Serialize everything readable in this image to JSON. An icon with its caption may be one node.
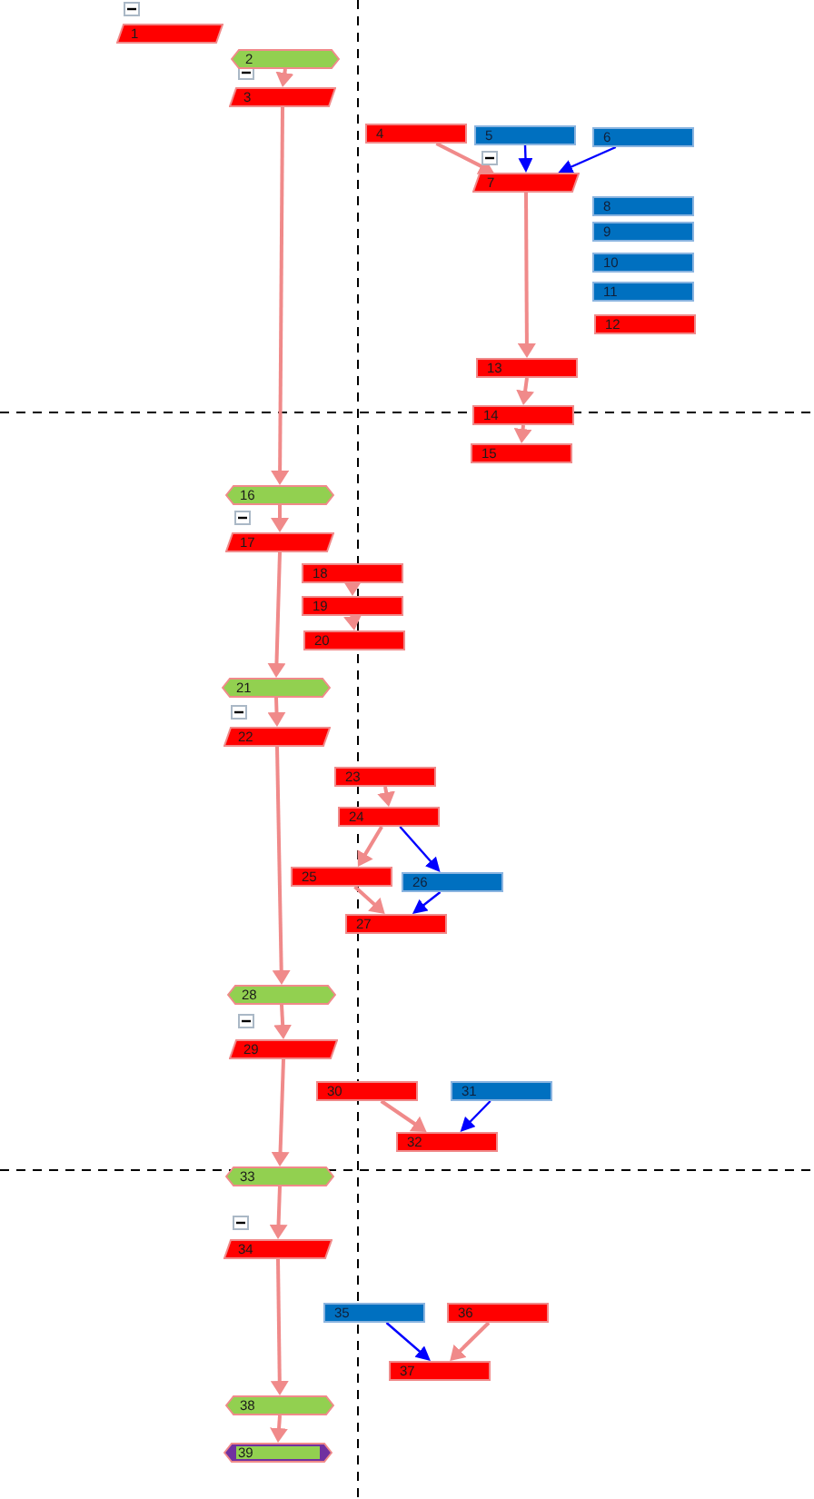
{
  "diagram": {
    "nodes": [
      {
        "text": [
          "1"
        ]
      },
      {
        "text": [
          "2"
        ]
      },
      {
        "text": [
          "3"
        ]
      },
      {
        "text": [
          "4"
        ]
      },
      {
        "text": [
          "5"
        ]
      },
      {
        "text": [
          "6"
        ]
      },
      {
        "text": [
          "7"
        ]
      },
      {
        "text": [
          "8"
        ]
      },
      {
        "text": [
          "9"
        ]
      },
      {
        "text": [
          "10"
        ]
      },
      {
        "text": [
          "11"
        ]
      },
      {
        "text": [
          "12"
        ]
      },
      {
        "text": [
          "13"
        ]
      },
      {
        "text": [
          "14"
        ]
      },
      {
        "text": [
          "15"
        ]
      },
      {
        "text": [
          "16"
        ]
      },
      {
        "text": [
          "17"
        ]
      },
      {
        "text": [
          "18"
        ]
      },
      {
        "text": [
          "19"
        ]
      },
      {
        "text": [
          "20"
        ]
      },
      {
        "text": [
          "21"
        ]
      },
      {
        "text": [
          "22"
        ]
      },
      {
        "text": [
          "23"
        ]
      },
      {
        "text": [
          "24"
        ]
      },
      {
        "text": [
          "25"
        ]
      },
      {
        "text": [
          "26"
        ]
      },
      {
        "text": [
          "27"
        ]
      },
      {
        "text": [
          "28"
        ]
      },
      {
        "text": [
          "29"
        ]
      },
      {
        "text": [
          "30"
        ]
      },
      {
        "text": [
          "31"
        ]
      },
      {
        "text": [
          "32"
        ]
      },
      {
        "text": [
          "33"
        ]
      },
      {
        "text": [
          "34"
        ]
      },
      {
        "text": [
          "35"
        ]
      },
      {
        "text": [
          "36"
        ]
      },
      {
        "text": [
          "37"
        ]
      },
      {
        "text": [
          "38"
        ]
      },
      {
        "text": [
          "39"
        ]
      }
    ],
    "edges": [
      {
        "from": 1,
        "to": 2,
        "arrow": "to"
      },
      {
        "from": 2,
        "to": 15,
        "arrow": "to"
      },
      {
        "from": 3,
        "to": 6,
        "arrow": "to"
      },
      {
        "from": 4,
        "to": 6,
        "arrow": "to",
        "color": "#0000ff"
      },
      {
        "from": 5,
        "to": 6,
        "arrow": "to",
        "color": "#0000ff"
      },
      {
        "from": 6,
        "to": 12,
        "arrow": "to"
      },
      {
        "from": 12,
        "to": 13,
        "arrow": "to"
      },
      {
        "from": 13,
        "to": 14,
        "arrow": "to"
      },
      {
        "from": 15,
        "to": 16,
        "arrow": "to"
      },
      {
        "from": 16,
        "to": 20,
        "arrow": "to"
      },
      {
        "from": 17,
        "to": 18,
        "arrow": "to"
      },
      {
        "from": 18,
        "to": 19,
        "arrow": "to"
      },
      {
        "from": 20,
        "to": 21,
        "arrow": "to"
      },
      {
        "from": 21,
        "to": 27,
        "arrow": "to"
      },
      {
        "from": 22,
        "to": 23,
        "arrow": "to"
      },
      {
        "from": 23,
        "to": 24,
        "arrow": "to"
      },
      {
        "from": 23,
        "to": 25,
        "arrow": "to",
        "color": "#0000ff"
      },
      {
        "from": 24,
        "to": 26,
        "arrow": "to"
      },
      {
        "from": 25,
        "to": 26,
        "arrow": "to",
        "color": "#0000ff"
      },
      {
        "from": 27,
        "to": 28,
        "arrow": "to"
      },
      {
        "from": 28,
        "to": 32,
        "arrow": "to"
      },
      {
        "from": 29,
        "to": 31,
        "arrow": "to"
      },
      {
        "from": 30,
        "to": 31,
        "arrow": "to",
        "color": "#0000ff"
      },
      {
        "from": 32,
        "to": 33,
        "arrow": "to"
      },
      {
        "from": 33,
        "to": 37,
        "arrow": "to"
      },
      {
        "from": 34,
        "to": 36,
        "arrow": "to",
        "color": "#0000ff"
      },
      {
        "from": 35,
        "to": 36,
        "arrow": "to"
      },
      {
        "from": 37,
        "to": 38,
        "arrow": "to"
      }
    ]
  }
}
